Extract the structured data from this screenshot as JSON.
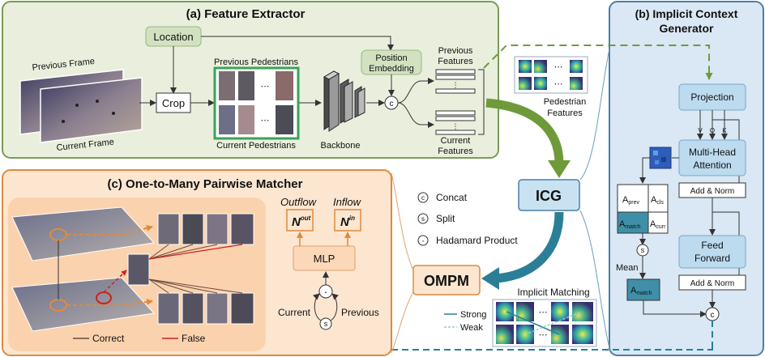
{
  "panel_a": {
    "title": "(a) Feature Extractor",
    "location": "Location",
    "previous_frame": "Previous Frame",
    "current_frame": "Current Frame",
    "crop": "Crop",
    "previous_pedestrians": "Previous Pedestrians",
    "current_pedestrians": "Current Pedestrians",
    "backbone": "Backbone",
    "position_embedding_l1": "Position",
    "position_embedding_l2": "Embedding",
    "concat_symbol": "c",
    "previous_features_l1": "Previous",
    "previous_features_l2": "Features",
    "current_features_l1": "Current",
    "current_features_l2": "Features",
    "ellipsis": "⋯"
  },
  "middle": {
    "pedestrian_features_l1": "Pedestrian",
    "pedestrian_features_l2": "Features",
    "icg": "ICG",
    "ompm": "OMPM",
    "implicit_matching": "Implicit Matching",
    "legend_strong": "Strong",
    "legend_weak": "Weak",
    "concat_sym": "c",
    "concat": "Concat",
    "split_sym": "s",
    "split": "Split",
    "hadamard_sym": "·",
    "hadamard": "Hadamard Product"
  },
  "panel_b": {
    "title_l1": "(b) Implicit Context",
    "title_l2": "Generator",
    "projection": "Projection",
    "v": "V",
    "q": "Q",
    "k": "K",
    "mha_l1": "Multi-Head",
    "mha_l2": "Attention",
    "add_norm": "Add & Norm",
    "ffn_l1": "Feed",
    "ffn_l2": "Forward",
    "add_norm_2": "Add & Norm",
    "a_prev_main": "A",
    "a_prev_sub": "prev",
    "a_cls_main": "A",
    "a_cls_sub": "cls",
    "a_match_main": "A",
    "a_match_sub": "match",
    "a_curr_main": "A",
    "a_curr_sub": "curr",
    "split_sym": "s",
    "mean": "Mean",
    "a_match2_main": "A",
    "a_match2_sub": "match",
    "concat_sym": "c"
  },
  "panel_c": {
    "title": "(c) One-to-Many Pairwise Matcher",
    "outflow": "Outflow",
    "inflow": "Inflow",
    "n_out_main": "N",
    "n_out_sup": "out",
    "n_in_main": "N",
    "n_in_sup": "in",
    "mlp": "MLP",
    "hadamard_sym": "·",
    "split_sym": "s",
    "current": "Current",
    "previous": "Previous",
    "correct": "Correct",
    "false": "False"
  },
  "colors": {
    "green_panel_border": "#7a9a58",
    "green_panel_fill": "#e9efdc",
    "orange_panel_border": "#e08a3c",
    "orange_panel_fill": "#fbe3cf",
    "blue_panel_border": "#4e7ea6",
    "blue_panel_fill": "#d9e8f4",
    "teal_arrow": "#2a7f97",
    "green_arrow": "#6f9a3a",
    "ped_border": "#3aa35a"
  }
}
